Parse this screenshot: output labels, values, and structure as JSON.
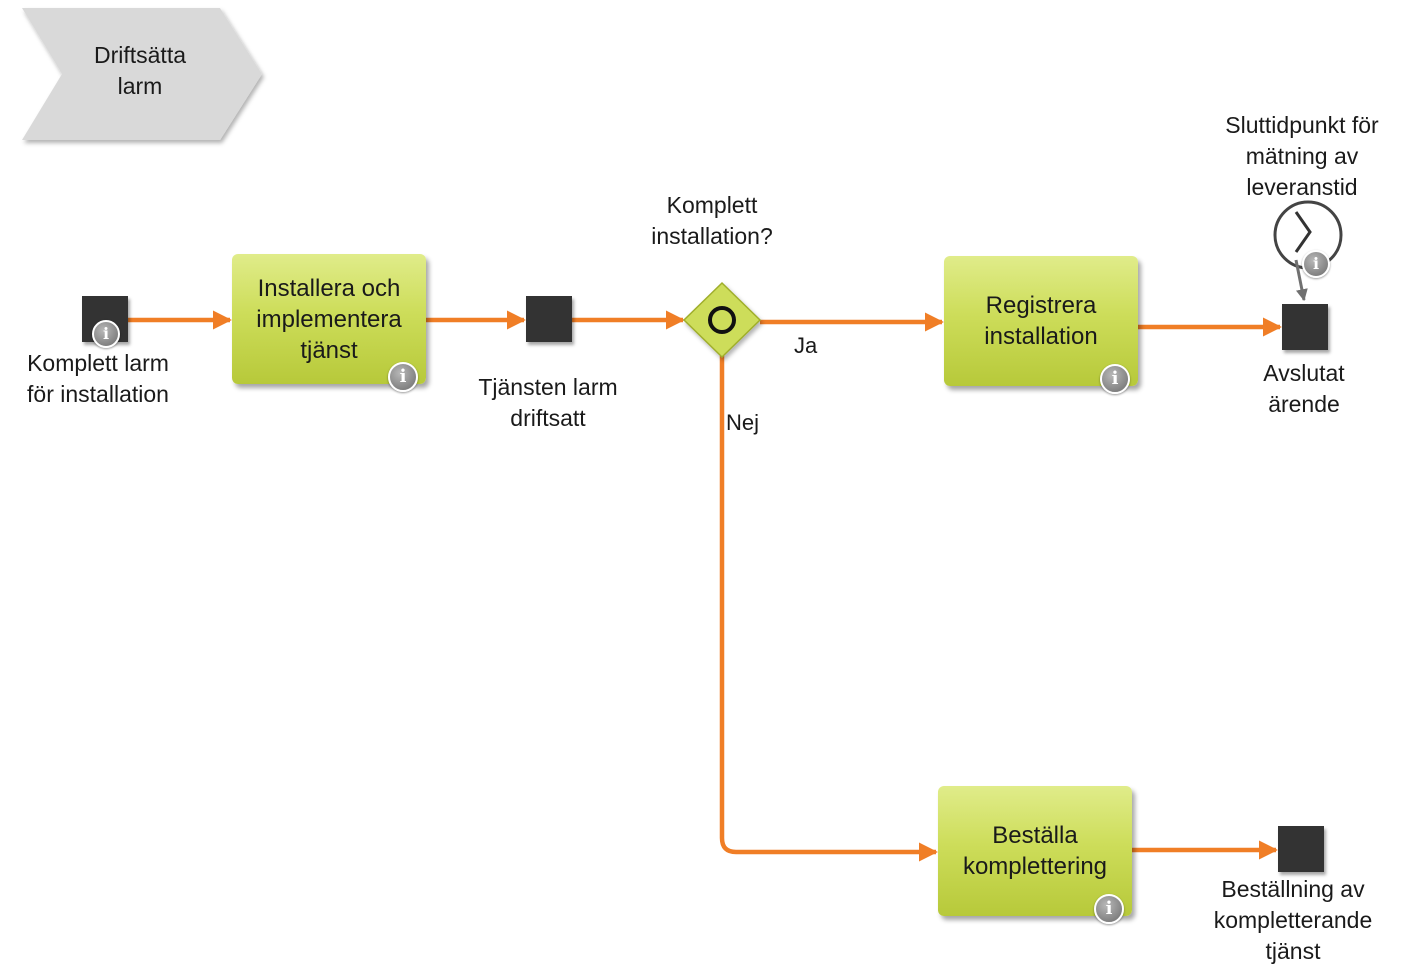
{
  "process": {
    "label": "Driftsätta\nlarm"
  },
  "tasks": {
    "install": "Installera och\nimplementera\ntjänst",
    "register": "Registrera\ninstallation",
    "order": "Beställa\nkomplettering"
  },
  "events": {
    "start": "Komplett  larm\nför installation",
    "deployed": "Tjänsten larm\ndriftsatt",
    "closed": "Avslutat\närende",
    "ordered": "Beställning av\nkompletterande\ntjänst"
  },
  "gateway": {
    "question": "Komplett\ninstallation?",
    "yes": "Ja",
    "no": "Nej"
  },
  "timer": {
    "label": "Sluttidpunkt för\nmätning av\nleveranstid"
  },
  "info_symbol": "i",
  "colors": {
    "flow": "#f07e26",
    "task_fill": "#cddd5a",
    "event_fill": "#333333",
    "gateway_fill": "#cddd5a",
    "chevron_fill": "#d9d9d9"
  }
}
